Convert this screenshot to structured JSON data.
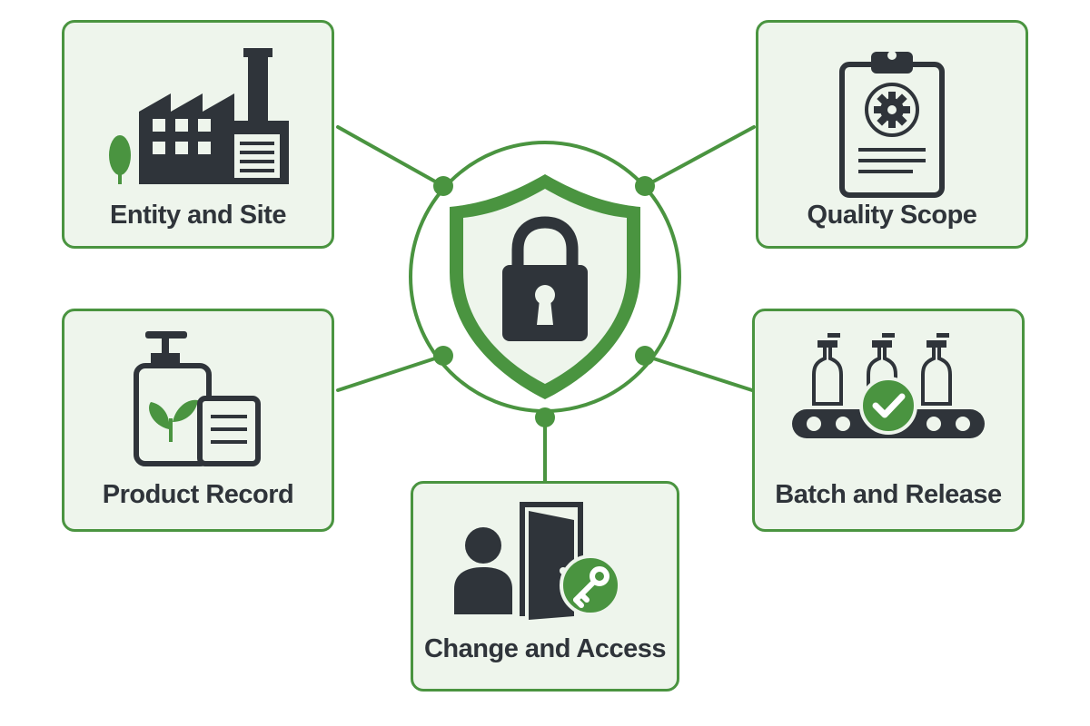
{
  "diagram": {
    "center": {
      "icon": "shield-lock-icon"
    },
    "nodes": [
      {
        "id": "entity",
        "label": "Entity and Site",
        "icon": "factory-icon"
      },
      {
        "id": "quality",
        "label": "Quality Scope",
        "icon": "clipboard-gear-icon"
      },
      {
        "id": "product",
        "label": "Product Record",
        "icon": "product-bottle-document-icon"
      },
      {
        "id": "batch",
        "label": "Batch and Release",
        "icon": "conveyor-bottles-check-icon"
      },
      {
        "id": "change",
        "label": "Change and Access",
        "icon": "person-door-key-icon"
      }
    ],
    "colors": {
      "accent_green": "#4a9440",
      "card_fill": "#eef5ec",
      "icon_dark": "#2f343a"
    }
  }
}
